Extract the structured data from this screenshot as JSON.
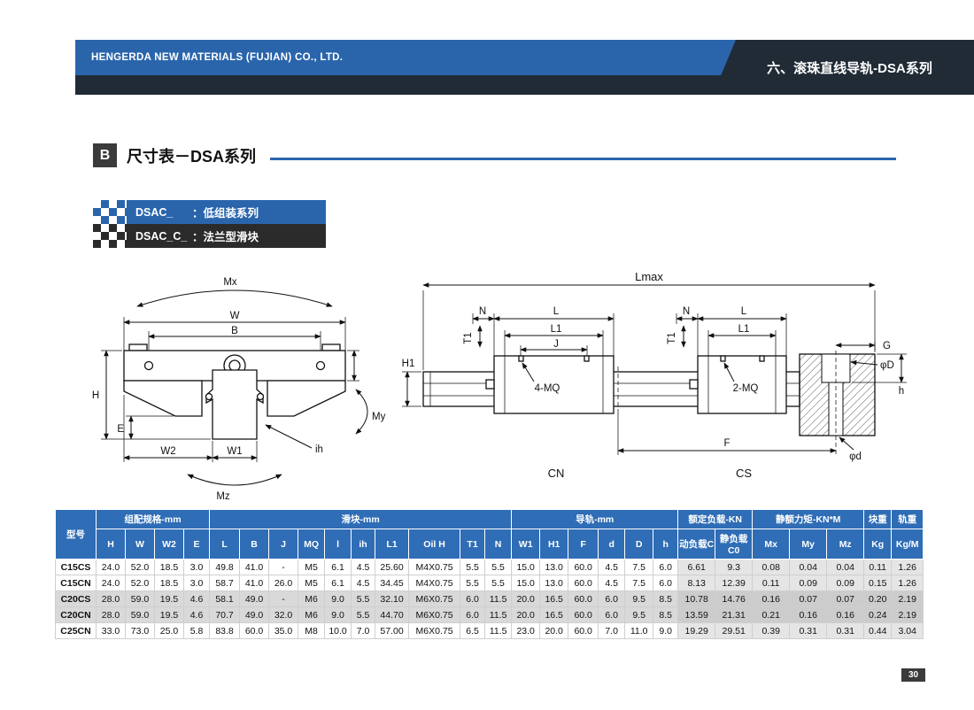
{
  "colors": {
    "accent_blue": "#2a65ac",
    "dark_navy": "#202b36",
    "table_header_blue": "#2f6db6",
    "band_gray": "#d9d9d9",
    "shade_gray": "#e5e5e5",
    "band_shade_gray": "#cccccc",
    "legend_dark": "#2b2b2b",
    "badge_dark": "#3b3b3b"
  },
  "header": {
    "company": "HENGERDA NEW MATERIALS (FUJIAN) CO., LTD.",
    "series": "六、滚珠直线导轨-DSA系列"
  },
  "section": {
    "badge": "B",
    "title": "尺寸表－DSA系列"
  },
  "legend": {
    "rows": [
      {
        "code": "DSAC_",
        "sep": "：",
        "desc": "低组装系列"
      },
      {
        "code": "DSAC_C_",
        "sep": "：",
        "desc": "法兰型滑块"
      }
    ]
  },
  "drawing_left": {
    "mx": "Mx",
    "w": "W",
    "b": "B",
    "h": "H",
    "e": "E",
    "my": "My",
    "mz": "Mz",
    "ih": "ih",
    "w2": "W2",
    "w1": "W1"
  },
  "drawing_right": {
    "lmax": "Lmax",
    "h1": "H1",
    "f": "F",
    "block1": {
      "l": "L",
      "l1": "L1",
      "j": "J",
      "n": "N",
      "t1": "T1",
      "mq": "4-MQ",
      "caption": "CN"
    },
    "block2": {
      "l": "L",
      "l1": "L1",
      "n": "N",
      "t1": "T1",
      "mq": "2-MQ",
      "caption": "CS"
    },
    "end_view": {
      "g": "G",
      "d_outer": "φD",
      "depth": "h",
      "d_inner": "φd"
    }
  },
  "table": {
    "groups": [
      {
        "label": "型号",
        "colspan": 1,
        "rowspan": 2
      },
      {
        "label": "组配规格-mm",
        "colspan": 4
      },
      {
        "label": "滑块-mm",
        "colspan": 10
      },
      {
        "label": "导轨-mm",
        "colspan": 6
      },
      {
        "label": "额定负载-KN",
        "colspan": 2
      },
      {
        "label": "静额力矩-KN*M",
        "colspan": 3
      },
      {
        "label": "块重",
        "colspan": 1
      },
      {
        "label": "轨重",
        "colspan": 1
      }
    ],
    "columns": [
      "H",
      "W",
      "W2",
      "E",
      "L",
      "B",
      "J",
      "MQ",
      "l",
      "ih",
      "L1",
      "Oil H",
      "T1",
      "N",
      "W1",
      "H1",
      "F",
      "d",
      "D",
      "h",
      "动负载C",
      "静负载C0",
      "Mx",
      "My",
      "Mz",
      "Kg",
      "Kg/M"
    ],
    "rows": [
      {
        "model": "C15CS",
        "band": false,
        "cells": [
          "24.0",
          "52.0",
          "18.5",
          "3.0",
          "49.8",
          "41.0",
          "-",
          "M5",
          "6.1",
          "4.5",
          "25.60",
          "M4X0.75",
          "5.5",
          "5.5",
          "15.0",
          "13.0",
          "60.0",
          "4.5",
          "7.5",
          "6.0",
          "6.61",
          "9.3",
          "0.08",
          "0.04",
          "0.04",
          "0.11",
          "1.26"
        ]
      },
      {
        "model": "C15CN",
        "band": false,
        "cells": [
          "24.0",
          "52.0",
          "18.5",
          "3.0",
          "58.7",
          "41.0",
          "26.0",
          "M5",
          "6.1",
          "4.5",
          "34.45",
          "M4X0.75",
          "5.5",
          "5.5",
          "15.0",
          "13.0",
          "60.0",
          "4.5",
          "7.5",
          "6.0",
          "8.13",
          "12.39",
          "0.11",
          "0.09",
          "0.09",
          "0.15",
          "1.26"
        ]
      },
      {
        "model": "C20CS",
        "band": true,
        "cells": [
          "28.0",
          "59.0",
          "19.5",
          "4.6",
          "58.1",
          "49.0",
          "-",
          "M6",
          "9.0",
          "5.5",
          "32.10",
          "M6X0.75",
          "6.0",
          "11.5",
          "20.0",
          "16.5",
          "60.0",
          "6.0",
          "9.5",
          "8.5",
          "10.78",
          "14.76",
          "0.16",
          "0.07",
          "0.07",
          "0.20",
          "2.19"
        ]
      },
      {
        "model": "C20CN",
        "band": true,
        "cells": [
          "28.0",
          "59.0",
          "19.5",
          "4.6",
          "70.7",
          "49.0",
          "32.0",
          "M6",
          "9.0",
          "5.5",
          "44.70",
          "M6X0.75",
          "6.0",
          "11.5",
          "20.0",
          "16.5",
          "60.0",
          "6.0",
          "9.5",
          "8.5",
          "13.59",
          "21.31",
          "0.21",
          "0.16",
          "0.16",
          "0.24",
          "2.19"
        ]
      },
      {
        "model": "C25CN",
        "band": false,
        "cells": [
          "33.0",
          "73.0",
          "25.0",
          "5.8",
          "83.8",
          "60.0",
          "35.0",
          "M8",
          "10.0",
          "7.0",
          "57.00",
          "M6X0.75",
          "6.5",
          "11.5",
          "23.0",
          "20.0",
          "60.0",
          "7.0",
          "11.0",
          "9.0",
          "19.29",
          "29.51",
          "0.39",
          "0.31",
          "0.31",
          "0.44",
          "3.04"
        ]
      }
    ]
  },
  "page_number": "30"
}
